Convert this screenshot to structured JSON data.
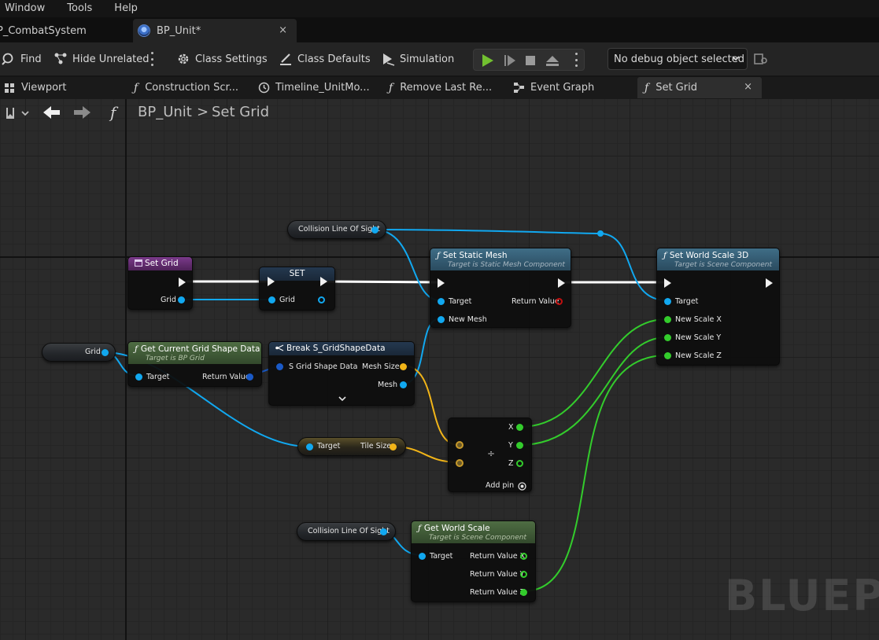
{
  "menu": [
    "Window",
    "Tools",
    "Help"
  ],
  "doc_tabs": [
    {
      "label": "P_CombatSystem"
    },
    {
      "label": "BP_Unit*",
      "close": "×"
    }
  ],
  "toolbar": {
    "find": "Find",
    "hide_unrelated": "Hide Unrelated",
    "class_settings": "Class Settings",
    "class_defaults": "Class Defaults",
    "simulation": "Simulation",
    "debug_object": "No debug object selected"
  },
  "panel_tabs": [
    {
      "label": "Viewport",
      "icon": "grid-icon"
    },
    {
      "label": "Construction Scr...",
      "icon": "function-icon"
    },
    {
      "label": "Timeline_UnitMo...",
      "icon": "clock-icon"
    },
    {
      "label": "Remove Last Re...",
      "icon": "function-icon"
    },
    {
      "label": "Event Graph",
      "icon": "graph-icon"
    },
    {
      "label": "Set Grid",
      "icon": "function-icon",
      "active": true,
      "close": "×"
    }
  ],
  "breadcrumb": {
    "fx": "f",
    "root": "BP_Unit",
    "sep": ">",
    "current": "Set Grid"
  },
  "watermark": "BLUEPR",
  "nodes": {
    "collision1": {
      "label": "Collision Line Of Sight"
    },
    "collision2": {
      "label": "Collision Line Of Sight"
    },
    "grid_var": {
      "label": "Grid"
    },
    "tile_size": {
      "in": "Target",
      "out": "Tile Size"
    },
    "set_grid": {
      "title": "Set Grid",
      "grid": "Grid"
    },
    "set": {
      "title": "SET",
      "grid": "Grid"
    },
    "set_static_mesh": {
      "title": "Set Static Mesh",
      "sub": "Target is Static Mesh Component",
      "target": "Target",
      "new_mesh": "New Mesh",
      "return": "Return Value"
    },
    "set_world_scale": {
      "title": "Set World Scale 3D",
      "sub": "Target is Scene Component",
      "target": "Target",
      "x": "New Scale X",
      "y": "New Scale Y",
      "z": "New Scale Z"
    },
    "get_grid_shape": {
      "title": "Get Current Grid Shape Data",
      "sub": "Target is BP Grid",
      "target": "Target",
      "return": "Return Value"
    },
    "break": {
      "title": "Break S_GridShapeData",
      "in": "S Grid Shape Data",
      "mesh_size": "Mesh Size",
      "mesh": "Mesh"
    },
    "divide": {
      "symbol": "÷",
      "x": "X",
      "y": "Y",
      "z": "Z",
      "add_pin": "Add pin"
    },
    "get_world_scale": {
      "title": "Get World Scale",
      "sub": "Target is Scene Component",
      "target": "Target",
      "x": "Return Value X",
      "y": "Return Value Y",
      "z": "Return Value Z"
    }
  }
}
